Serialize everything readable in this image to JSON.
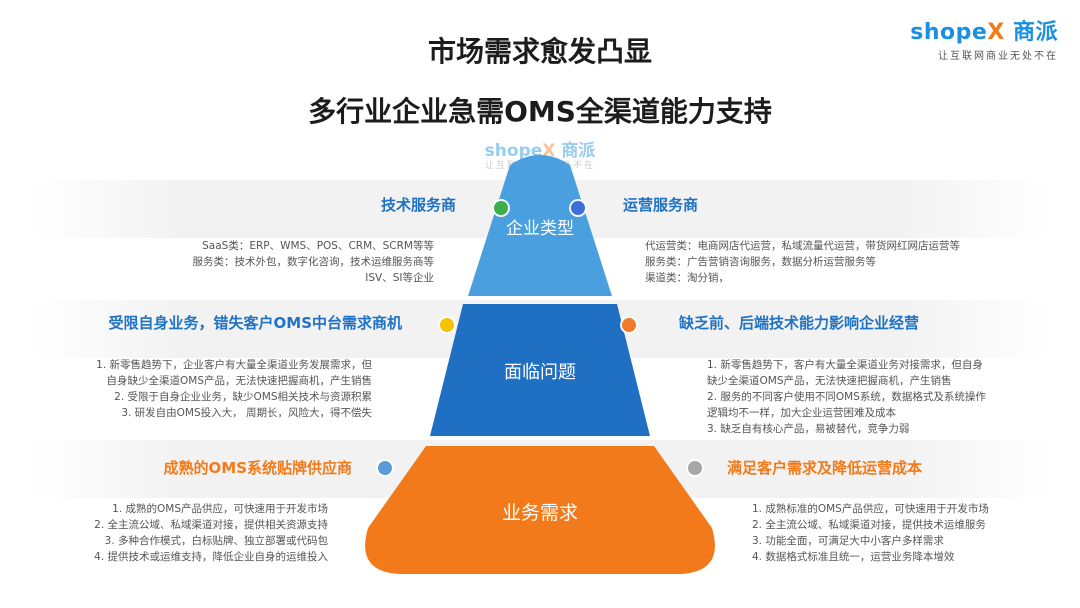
{
  "logo": {
    "brand_prefix": "shope",
    "brand_x": "X",
    "brand_cn": "商派",
    "slogan": "让互联网商业无处不在"
  },
  "titles": {
    "line1": "市场需求愈发凸显",
    "line2": "多行业企业急需OMS全渠道能力支持"
  },
  "watermark": {
    "brand_prefix": "shope",
    "brand_x": "X",
    "brand_cn": "商派",
    "slogan": "让互联网商业无处不在"
  },
  "colors": {
    "top_layer": "#4a9fde",
    "mid_layer": "#1f6fc2",
    "bottom_layer": "#f27a1a",
    "green_dot": "#3dae4a",
    "blue_dot": "#3d6fd8",
    "yellow_dot": "#f5c300",
    "orange_dot": "#f07a2a",
    "lightblue_dot": "#5b9bd8",
    "gray_dot": "#a6a6a6"
  },
  "pyramid": {
    "top_label": "企业类型",
    "mid_label": "面临问题",
    "bottom_label": "业务需求"
  },
  "sections": {
    "type_left": {
      "heading": "技术服务商",
      "lines": [
        "SaaS类：ERP、WMS、POS、CRM、SCRM等等",
        "服务类：技术外包，数字化咨询，技术运维服务商等",
        "ISV、SI等企业"
      ]
    },
    "type_right": {
      "heading": "运营服务商",
      "lines": [
        "代运营类：电商网店代运营，私域流量代运营，带货网红网店运营等",
        "服务类：广告营销咨询服务，数据分析运营服务等",
        "渠道类：淘分销，"
      ]
    },
    "problem_left": {
      "heading": "受限自身业务，错失客户OMS中台需求商机",
      "lines": [
        "1.   新零售趋势下，企业客户有大量全渠道业务发展需求，但",
        "自身缺少全渠道OMS产品，无法快速把握商机，产生销售",
        "2.   受限于自身企业业务，缺少OMS相关技术与资源积累",
        "3.   研发自由OMS投入大，  周期长，风险大，得不偿失"
      ]
    },
    "problem_right": {
      "heading": "缺乏前、后端技术能力影响企业经营",
      "lines": [
        "1.   新零售趋势下，客户有大量全渠道业务对接需求，但自身",
        "缺少全渠道OMS产品，无法快速把握商机，产生销售",
        "2.   服务的不同客户使用不同OMS系统，数据格式及系统操作",
        "逻辑均不一样，加大企业运营困难及成本",
        "3.   缺乏自有核心产品，易被替代，竞争力弱"
      ]
    },
    "demand_left": {
      "heading": "成熟的OMS系统贴牌供应商",
      "lines": [
        "1.   成熟的OMS产品供应，可快速用于开发市场",
        "2.   全主流公域、私域渠道对接，提供相关资源支持",
        "3.   多种合作模式，白标贴牌、独立部署或代码包",
        "4.   提供技术或运维支持，降低企业自身的运维投入"
      ]
    },
    "demand_right": {
      "heading": "满足客户需求及降低运营成本",
      "lines": [
        "1.   成熟标准的OMS产品供应，可快速用于开发市场",
        "2.   全主流公域、私域渠道对接，提供技术运维服务",
        "3.   功能全面，可满足大中小客户多样需求",
        "4.   数据格式标准且统一，运营业务降本增效"
      ]
    }
  }
}
